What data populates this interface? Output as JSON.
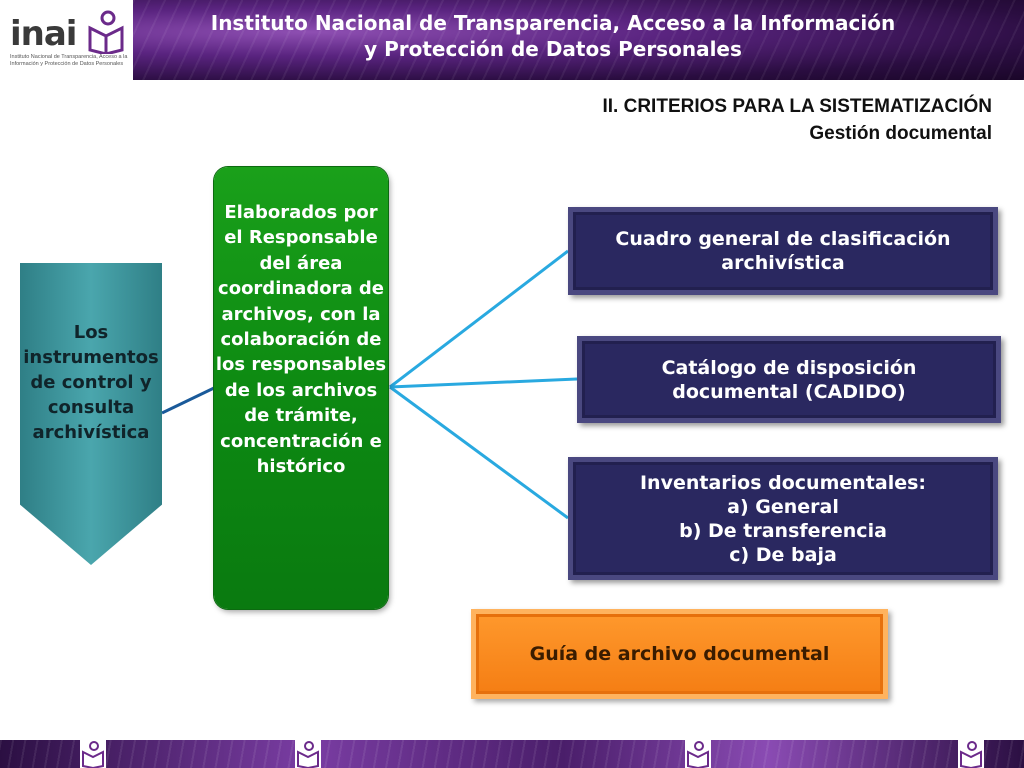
{
  "header": {
    "logo_text": "inai",
    "logo_tagline": "Instituto Nacional de Transparencia, Acceso a la Información y Protección de Datos Personales",
    "title_line1": "Instituto Nacional de Transparencia, Acceso a la Información",
    "title_line2": "y Protección de Datos Personales"
  },
  "section": {
    "title": "II. CRITERIOS PARA LA SISTEMATIZACIÓN",
    "subtitle": "Gestión documental"
  },
  "diagram": {
    "root": {
      "label": "Los instrumentos de control y consulta archivística",
      "color": "#4aa6ad"
    },
    "hub": {
      "label": "Elaborados por el Responsable del área coordinadora de archivos, con la colaboración de los responsables de los archivos de trámite, concentración e histórico",
      "color": "#0d8a12"
    },
    "outputs": [
      {
        "lines": [
          "Cuadro general de clasificación",
          "archivística"
        ],
        "color": "#2a2860"
      },
      {
        "lines": [
          "Catálogo de disposición",
          "documental (CADIDO)"
        ],
        "color": "#2a2860"
      },
      {
        "lines": [
          "Inventarios documentales:",
          "a) General",
          "b) De transferencia",
          "c) De baja"
        ],
        "color": "#2a2860"
      }
    ],
    "extra": {
      "label": "Guía de archivo documental",
      "color": "#f47c12"
    }
  },
  "colors": {
    "banner": "#5a2480",
    "connector_root": "#1a5a9a",
    "connector_out": "#29a9e0"
  }
}
